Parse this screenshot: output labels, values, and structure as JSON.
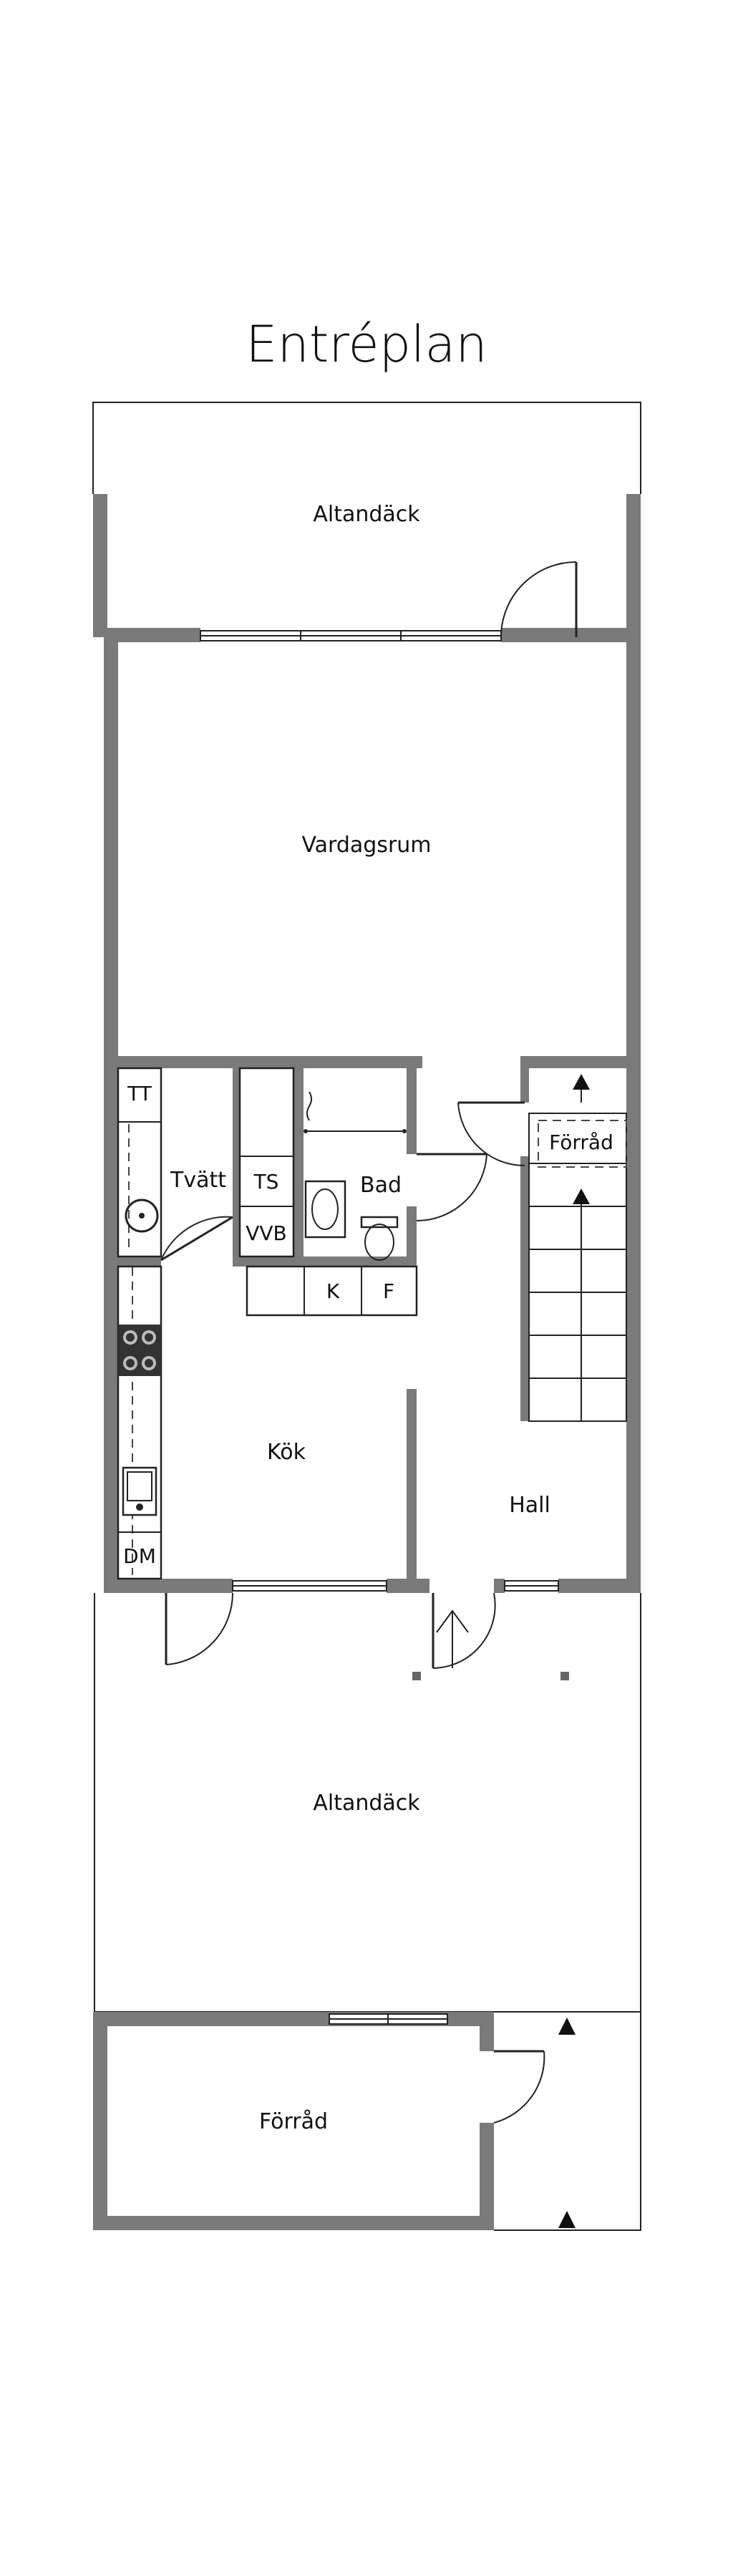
{
  "plan": {
    "title": "Entréplan",
    "rooms": {
      "altandack_top": "Altandäck",
      "vardagsrum": "Vardagsrum",
      "tvatt": "Tvätt",
      "bad": "Bad",
      "forrad_stair": "Förråd",
      "kok": "Kök",
      "hall": "Hall",
      "altandack_bottom": "Altandäck",
      "forrad_shed": "Förråd"
    },
    "fixtures": {
      "tt": "TT",
      "ts": "TS",
      "vvb": "VVB",
      "k": "K",
      "f": "F",
      "dm": "DM"
    },
    "colors": {
      "wall": "#7a7a7a",
      "line": "#222222"
    }
  }
}
